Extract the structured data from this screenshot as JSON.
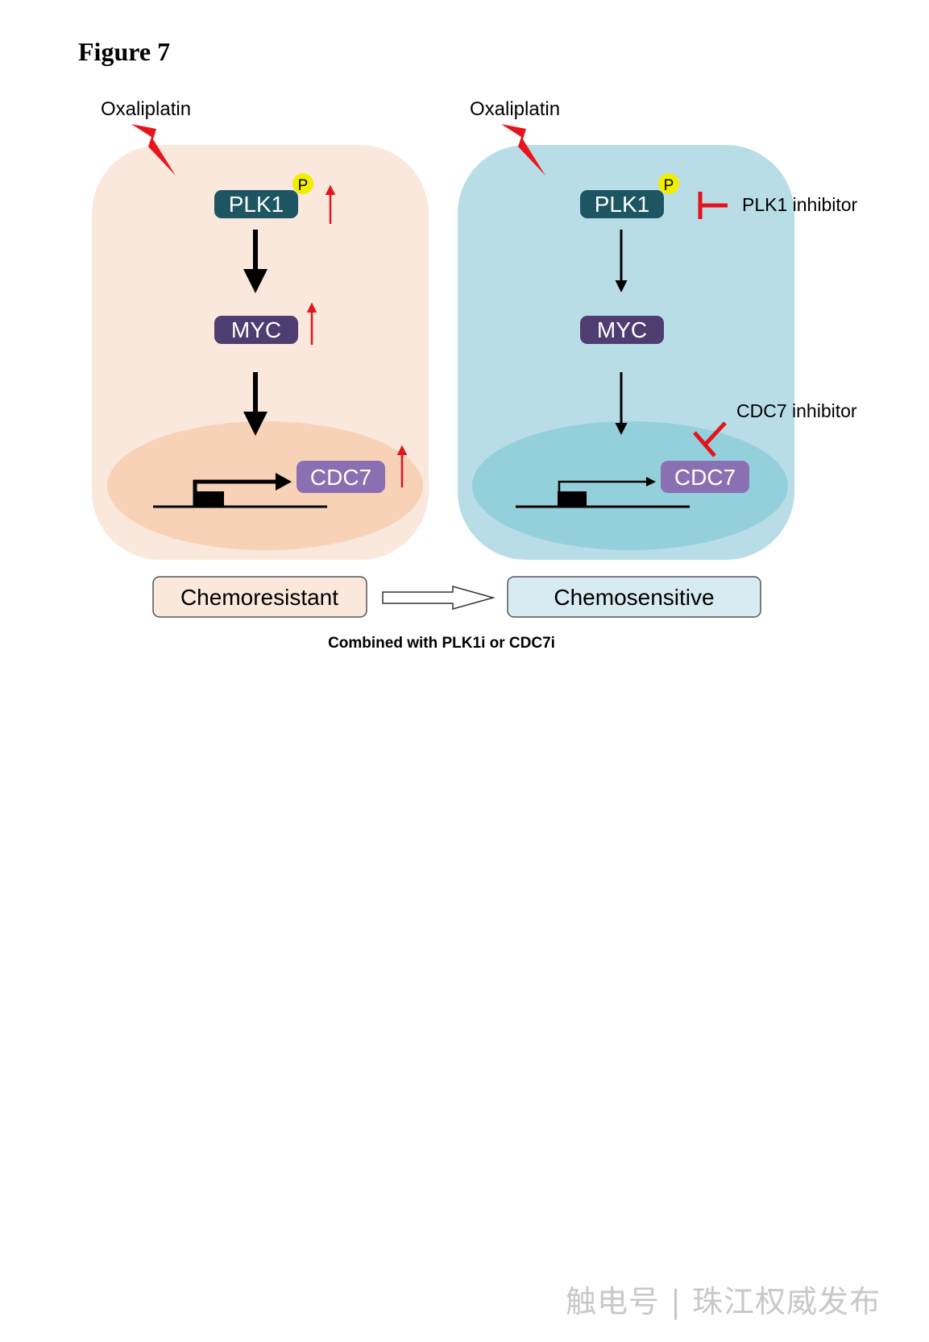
{
  "figure_title": "Figure 7",
  "left_panel": {
    "trigger": "Oxaliplatin",
    "plk1": "PLK1",
    "phospho": "P",
    "myc": "MYC",
    "cdc7": "CDC7"
  },
  "right_panel": {
    "trigger": "Oxaliplatin",
    "plk1": "PLK1",
    "phospho": "P",
    "myc": "MYC",
    "cdc7": "CDC7",
    "plk1_inhibitor": "PLK1 inhibitor",
    "cdc7_inhibitor": "CDC7 inhibitor"
  },
  "outcomes": {
    "left": "Chemoresistant",
    "right": "Chemosensitive",
    "caption": "Combined with PLK1i or CDC7i"
  },
  "watermark": "触电号 | 珠江权威发布",
  "colors": {
    "left_cell": "#fbe8dd",
    "left_nucleus": "#f7d2b7",
    "right_cell": "#b9dde7",
    "right_nucleus": "#94cfdc",
    "plk1_box": "#1d5662",
    "myc_box": "#4e3d70",
    "cdc7_box": "#8a6fb3",
    "phospho": "#f2ee00",
    "up_arrow": "#e3141c",
    "inhibitor": "#e3141c",
    "lightning": "#e8141c"
  }
}
